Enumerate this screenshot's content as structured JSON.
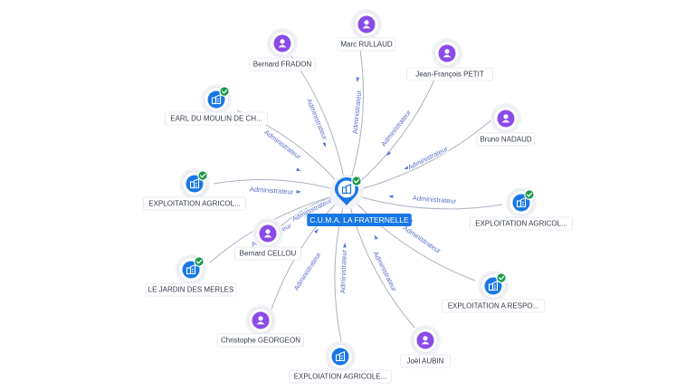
{
  "center": {
    "label": "C.U.M.A. LA FRATERNELLE",
    "icon": "company-building-icon",
    "verified": true
  },
  "nodes": [
    {
      "id": "marc-rullaud",
      "label": "Marc RULLAUD",
      "kind": "person",
      "icon": "person-icon",
      "verified": false,
      "edge_label": "Administrateur"
    },
    {
      "id": "bernard-fradon",
      "label": "Bernard FRADON",
      "kind": "person",
      "icon": "person-icon",
      "verified": false,
      "edge_label": "Administrateur"
    },
    {
      "id": "jean-francois-petit",
      "label": "Jean-François PETIT",
      "kind": "person",
      "icon": "person-icon",
      "verified": false,
      "edge_label": "Administrateur"
    },
    {
      "id": "earl-du-moulin",
      "label": "EARL DU MOULIN DE CH...",
      "kind": "company",
      "icon": "company-building-icon",
      "verified": true,
      "edge_label": "Administrateur"
    },
    {
      "id": "bruno-nadaud",
      "label": "Bruno NADAUD",
      "kind": "person",
      "icon": "person-icon",
      "verified": false,
      "edge_label": "Administrateur"
    },
    {
      "id": "exploitation-agricol-left",
      "label": "EXPLOITATION AGRICOL...",
      "kind": "company",
      "icon": "company-building-icon",
      "verified": true,
      "edge_label": "Administrateur"
    },
    {
      "id": "exploitation-agricol-right",
      "label": "EXPLOITATION AGRICOL...",
      "kind": "company",
      "icon": "company-building-icon",
      "verified": true,
      "edge_label": "Administrateur"
    },
    {
      "id": "bernard-cellou",
      "label": "Bernard CELLOU",
      "kind": "person",
      "icon": "person-icon",
      "verified": false,
      "edge_label": "Administrateur"
    },
    {
      "id": "le-jardin-des-merles",
      "label": "LE JARDIN DES MERLES",
      "kind": "company",
      "icon": "company-building-icon",
      "verified": true,
      "edge_label": "Administrateur"
    },
    {
      "id": "exploitation-a-respo",
      "label": "EXPLOITATION A RESPO...",
      "kind": "company",
      "icon": "company-building-icon",
      "verified": true,
      "edge_label": "Administrateur"
    },
    {
      "id": "christophe-georgeon",
      "label": "Christophe GEORGEON",
      "kind": "person",
      "icon": "person-icon",
      "verified": false,
      "edge_label": "Administrateur"
    },
    {
      "id": "exploiation-agricole-bottom",
      "label": "EXPLOIATION AGRICOLE...",
      "kind": "company",
      "icon": "company-building-icon",
      "verified": false,
      "edge_label": "Administrateur"
    },
    {
      "id": "joel-aubin",
      "label": "Joël AUBIN",
      "kind": "person",
      "icon": "person-icon",
      "verified": false,
      "edge_label": "Administrateur"
    }
  ],
  "colors": {
    "person": "#8a4be8",
    "company": "#1877e6",
    "verified": "#1a9a4a",
    "edge_label": "#5a6fc8"
  }
}
